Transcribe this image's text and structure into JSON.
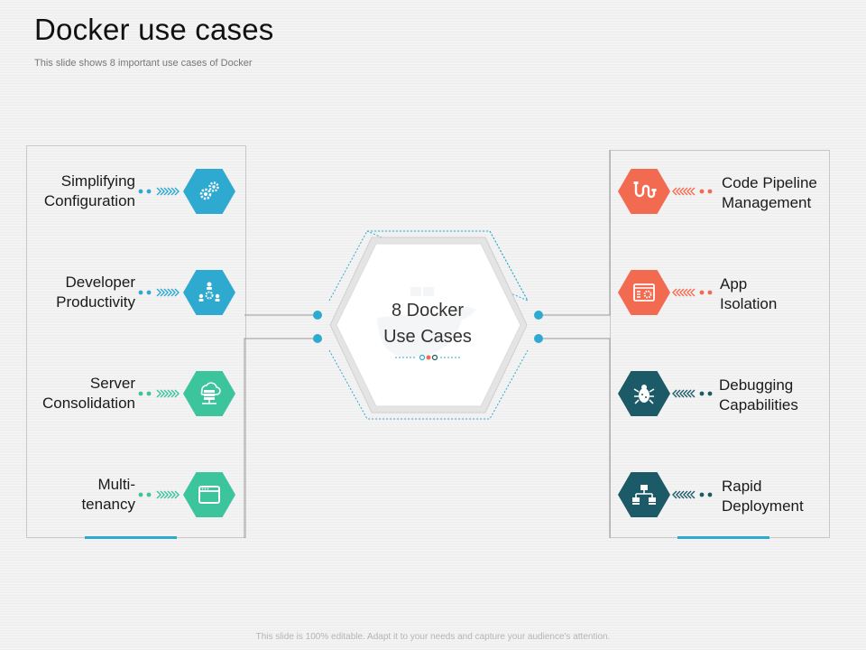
{
  "header": {
    "title": "Docker use cases",
    "subtitle": "This slide shows 8 important use cases of Docker"
  },
  "center": {
    "line1": "8 Docker",
    "line2": "Use Cases"
  },
  "left_items": [
    {
      "line1": "Simplifying",
      "line2": "Configuration",
      "icon": "gears-icon",
      "color": "#2eaad1"
    },
    {
      "line1": "Developer",
      "line2": "Productivity",
      "icon": "team-gear-icon",
      "color": "#2eaad1"
    },
    {
      "line1": "Server",
      "line2": "Consolidation",
      "icon": "cloud-server-icon",
      "color": "#3cc49d"
    },
    {
      "line1": "Multi-",
      "line2": "tenancy",
      "icon": "browser-window-icon",
      "color": "#3cc49d"
    }
  ],
  "right_items": [
    {
      "line1": "Code Pipeline",
      "line2": "Management",
      "icon": "pipeline-icon",
      "color": "#f26a50"
    },
    {
      "line1": "App",
      "line2": "Isolation",
      "icon": "app-settings-icon",
      "color": "#f26a50"
    },
    {
      "line1": "Debugging",
      "line2": "Capabilities",
      "icon": "bug-icon",
      "color": "#1b5a66"
    },
    {
      "line1": "Rapid",
      "line2": "Deployment",
      "icon": "network-icon",
      "color": "#1b5a66"
    }
  ],
  "footer": {
    "text": "This slide is 100% editable. Adapt it to your needs and capture your audience's attention."
  },
  "colors": {
    "blue": "#2eaad1",
    "green": "#3cc49d",
    "orange": "#f26a50",
    "teal": "#1b5a66",
    "connector_dot": "#2eaad1"
  }
}
